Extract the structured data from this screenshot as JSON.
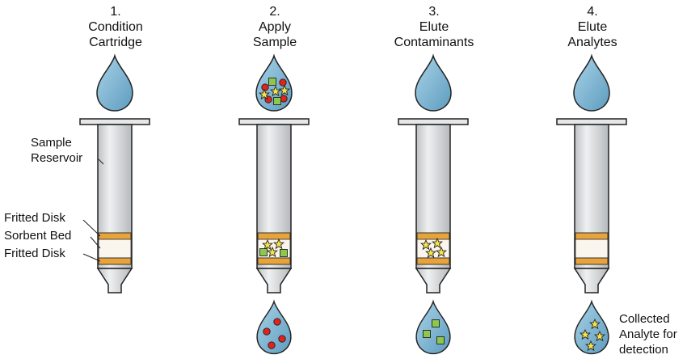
{
  "steps": [
    {
      "number": "1.",
      "title_line1": "Condition",
      "title_line2": "Cartridge"
    },
    {
      "number": "2.",
      "title_line1": "Apply",
      "title_line2": "Sample"
    },
    {
      "number": "3.",
      "title_line1": "Elute",
      "title_line2": "Contaminants"
    },
    {
      "number": "4.",
      "title_line1": "Elute",
      "title_line2": "Analytes"
    }
  ],
  "labels": {
    "sample_reservoir_1": "Sample",
    "sample_reservoir_2": "Reservoir",
    "fritted_disk_top": "Fritted Disk",
    "sorbent_bed": "Sorbent Bed",
    "fritted_disk_bottom": "Fritted Disk"
  },
  "collected": {
    "line1": "Collected",
    "line2": "Analyte for",
    "line3": "detection"
  },
  "colors": {
    "drop": "#6fa9c9",
    "drop_light": "#a9d3e8",
    "barrel": "#d8dadb",
    "frit": "#e8a33a",
    "sorbent": "#faf6ee",
    "star": "#f6e24a",
    "square": "#8cc84b",
    "circle": "#e2231a"
  }
}
